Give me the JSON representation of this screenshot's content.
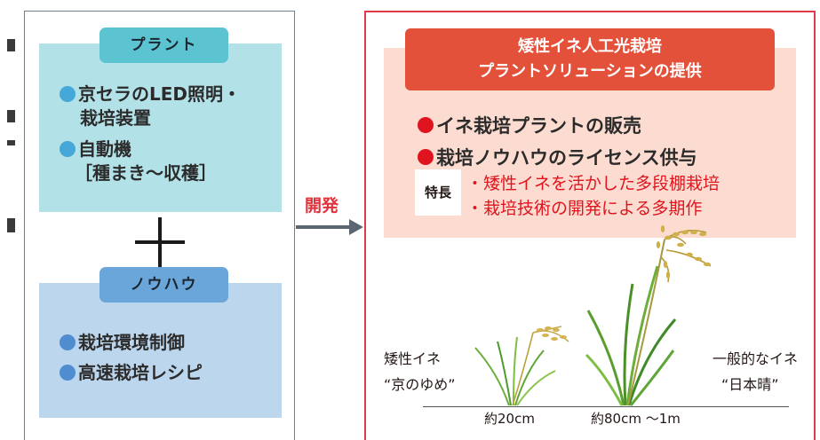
{
  "left": {
    "plant": {
      "title": "プラント",
      "items": [
        {
          "line1": "京セラのLED照明・",
          "line2": "栽培装置"
        },
        {
          "line1": "自動機",
          "line2": "［種まき～収穫］"
        }
      ]
    },
    "plus": "＋",
    "knowhow": {
      "title": "ノウハウ",
      "items": [
        "栽培環境制御",
        "高速栽培レシピ"
      ]
    }
  },
  "arrow": {
    "label": "開発"
  },
  "right": {
    "banner": {
      "line1": "矮性イネ人工光栽培",
      "line2": "プラントソリューションの提供"
    },
    "items": [
      "イネ栽培プラントの販売",
      "栽培ノウハウのライセンス供与"
    ],
    "feature": {
      "label": "特長",
      "points": [
        "・矮性イネを活かした多段棚栽培",
        "・栽培技術の開発による多期作"
      ]
    },
    "plants": [
      {
        "name": "矮性イネ",
        "variety": "“京のゆめ”",
        "height": "約20cm"
      },
      {
        "name": "一般的なイネ",
        "variety": "“日本晴”",
        "height": "約80cm ～1m"
      }
    ]
  },
  "colors": {
    "plant_panel": "#b2e1e8",
    "plant_title": "#5cc3d0",
    "knowhow_panel": "#bcd6ee",
    "knowhow_title": "#6aa6da",
    "banner": "#e4513a",
    "feature_panel": "#fcdcd0",
    "accent_red": "#e0141e",
    "left_border": "#6f7f8c",
    "right_border": "#e03a4a"
  }
}
